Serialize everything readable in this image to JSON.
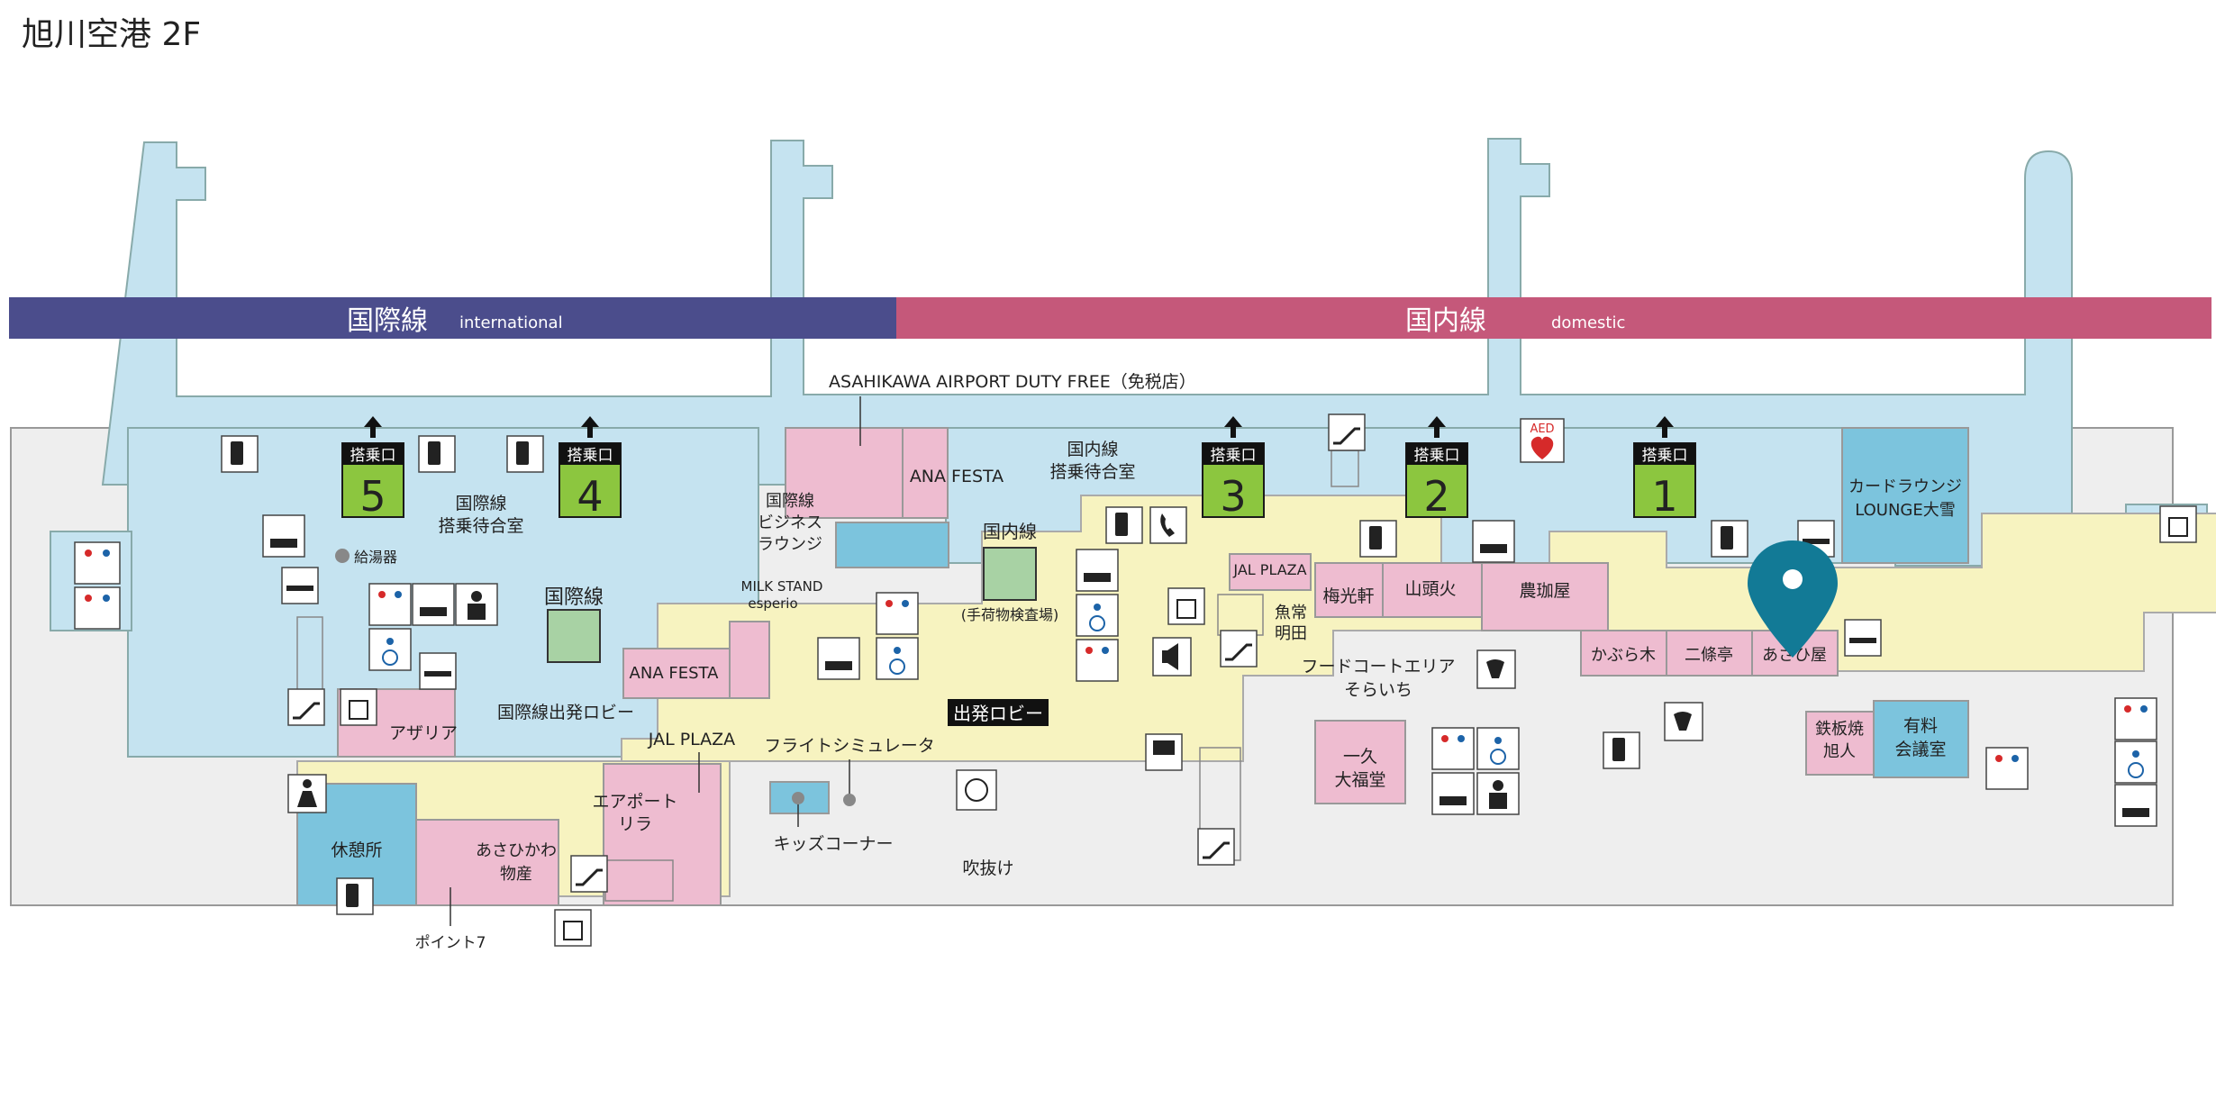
{
  "title": "旭川空港 2F",
  "bands": {
    "international": {
      "ja": "国際線",
      "en": "international"
    },
    "domestic": {
      "ja": "国内線",
      "en": "domestic"
    }
  },
  "gates": [
    {
      "label": "搭乗口",
      "number": "5"
    },
    {
      "label": "搭乗口",
      "number": "4"
    },
    {
      "label": "搭乗口",
      "number": "3"
    },
    {
      "label": "搭乗口",
      "number": "2"
    },
    {
      "label": "搭乗口",
      "number": "1"
    }
  ],
  "areas": {
    "intl_waiting": [
      "国際線",
      "搭乗待合室"
    ],
    "dom_waiting": [
      "国内線",
      "搭乗待合室"
    ],
    "duty_free": "ASAHIKAWA AIRPORT DUTY FREE（免税店）",
    "ana_festa_top": "ANA FESTA",
    "ana_festa_left": "ANA FESTA",
    "intl_business_lounge": [
      "国際線",
      "ビジネス",
      "ラウンジ"
    ],
    "milk_stand": [
      "MILK STAND",
      "esperio"
    ],
    "dom_checkin_title": "国内線",
    "dom_checkin_note": "(手荷物検査場)",
    "intl_checkin_title": "国際線",
    "hot_water": "給湯器",
    "card_lounge": [
      "カードラウンジ",
      "LOUNGE大雪"
    ],
    "jal_plaza_top": "JAL PLAZA",
    "jal_plaza_bottom": "JAL PLAZA",
    "uotsune": [
      "魚常",
      "明田"
    ],
    "baikoken": "梅光軒",
    "santouka": "山頭火",
    "noukouya": "農珈屋",
    "kaburagi": "かぶら木",
    "nijoutei": "二條亭",
    "asahiya": "あさひ屋",
    "food_court": [
      "フードコートエリア",
      "そらいち"
    ],
    "teppanyaki": [
      "鉄板焼",
      "旭人"
    ],
    "meeting_room": [
      "有料",
      "会議室"
    ],
    "ikkyu": [
      "一久",
      "大福堂"
    ],
    "departure_lobby": "出発ロビー",
    "intl_departure_lobby": "国際線出発ロビー",
    "azalea": "アザリア",
    "flight_sim": "フライトシミュレータ",
    "kids_corner": "キッズコーナー",
    "fukinuke": "吹抜け",
    "airport_lira": [
      "エアポート",
      "リラ"
    ],
    "asahikawa_bussan": [
      "あさひかわ",
      "物産"
    ],
    "rest_area": "休憩所",
    "point7": "ポイント7",
    "aed": "AED"
  },
  "icons": [
    "charging-icon",
    "elevator-icon",
    "escalator-icon",
    "restroom-icon",
    "accessible-restroom-icon",
    "diaper-changing-icon",
    "nursing-room-icon",
    "smoking-icon",
    "phone-icon",
    "prayer-icon",
    "water-fountain-icon",
    "atm-icon",
    "currency-exchange-icon",
    "announcement-icon",
    "aed-icon",
    "location-pin-icon"
  ],
  "colors": {
    "international_band": "#4b4d8c",
    "domestic_band": "#c5587a",
    "gate_box": "#8cc63f",
    "waiting_area": "#c5e3f0",
    "shop": "#eebcd0",
    "lobby": "#f7f3c0",
    "lounge": "#7cc4dd",
    "checkin": "#a8d2a4",
    "pin": "#127a96",
    "background_area": "#eeeeee"
  }
}
